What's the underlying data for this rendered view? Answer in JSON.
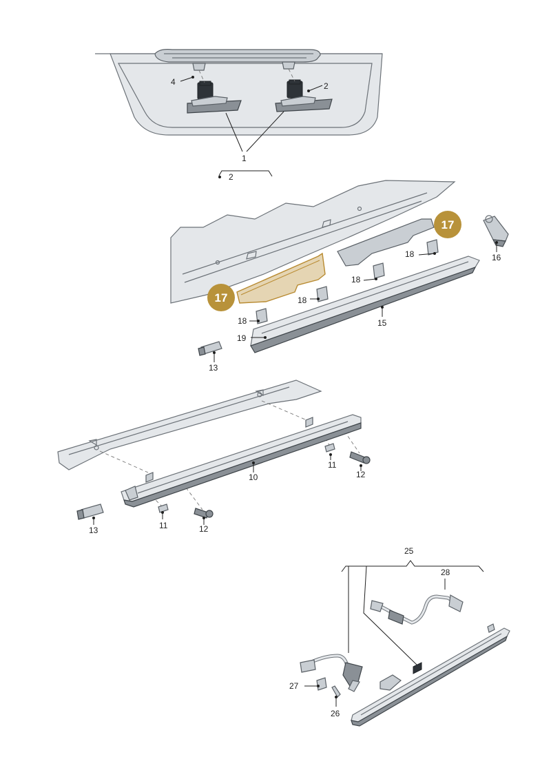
{
  "labels": {
    "p1": "1",
    "p2a": "2",
    "p2b": "2",
    "p4": "4",
    "p10": "10",
    "p11a": "11",
    "p11b": "11",
    "p12a": "12",
    "p12b": "12",
    "p13a": "13",
    "p13b": "13",
    "p15": "15",
    "p16": "16",
    "p17a": "17",
    "p17b": "17",
    "p18a": "18",
    "p18b": "18",
    "p18c": "18",
    "p18d": "18",
    "p19": "19",
    "p25": "25",
    "p26": "26",
    "p27": "27",
    "p28": "28"
  },
  "colors": {
    "highlight_badge": "#b8923a",
    "highlight_part": "#dcc79a"
  }
}
